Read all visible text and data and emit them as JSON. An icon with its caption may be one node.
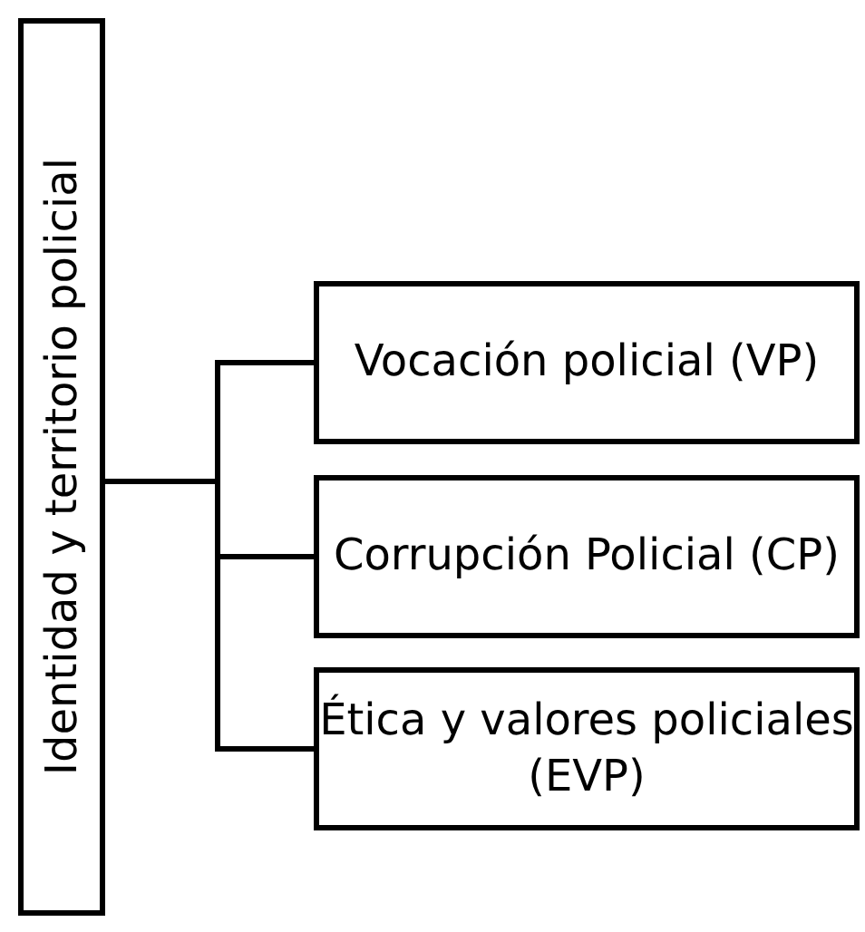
{
  "diagram": {
    "nodes": [
      {
        "text": [
          "Identidad y territorio policial"
        ]
      },
      {
        "text": [
          "Vocación policial (VP)"
        ]
      },
      {
        "text": [
          "Corrupción Policial (CP)"
        ]
      },
      {
        "text": [
          "Ética y valores policiales (EVP)"
        ]
      }
    ],
    "edges": [
      {
        "from": 0,
        "to": 1,
        "arrow": "none"
      },
      {
        "from": 0,
        "to": 2,
        "arrow": "none"
      },
      {
        "from": 0,
        "to": 3,
        "arrow": "none"
      }
    ]
  }
}
